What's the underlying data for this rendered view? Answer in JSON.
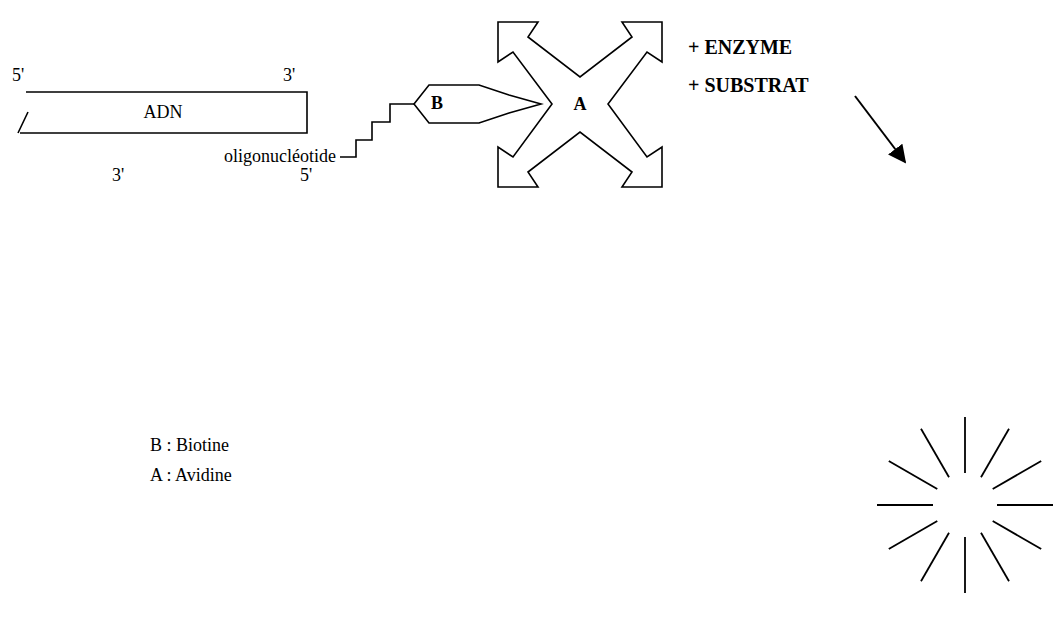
{
  "diagram": {
    "nodes": [
      {
        "text": [
          "ADN"
        ]
      },
      {
        "text": [
          "B"
        ]
      },
      {
        "text": [
          "A"
        ]
      }
    ],
    "labels": [
      "5'",
      "3'",
      "oligonucléotide",
      "3'",
      "5'",
      "+ ENZYME",
      "+ SUBSTRAT",
      "B : Biotine",
      "A : Avidine"
    ]
  }
}
